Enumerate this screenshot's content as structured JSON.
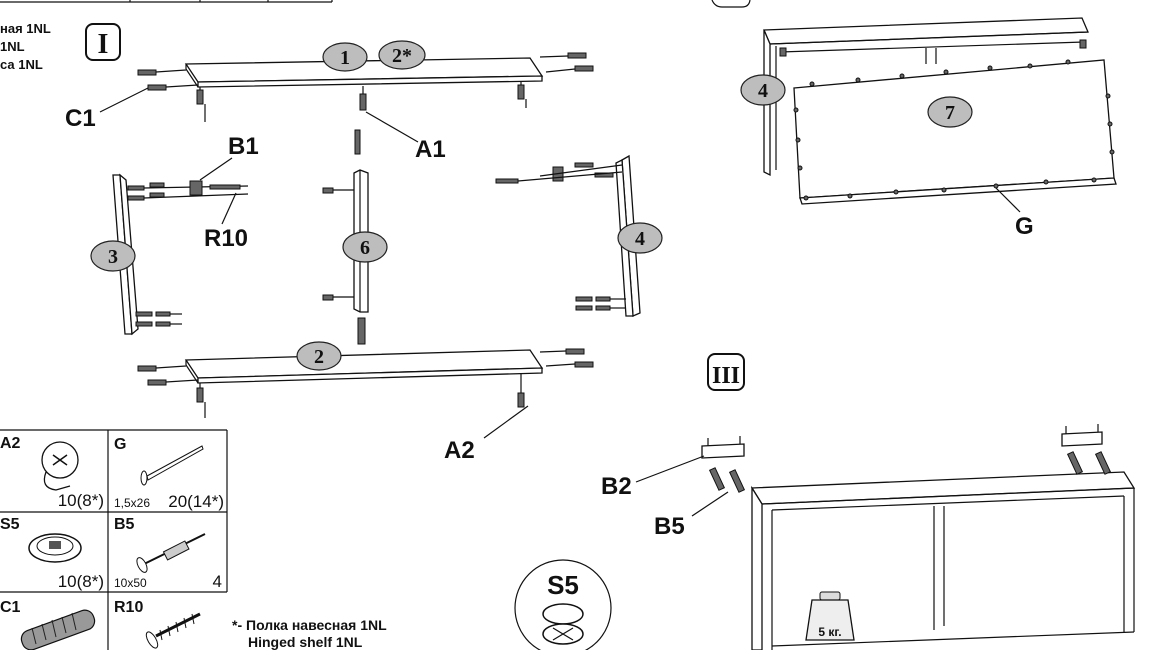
{
  "top_left_text": [
    "ная 1NL",
    "1NL",
    "са 1NL"
  ],
  "steps": [
    "I",
    "III"
  ],
  "parts": {
    "p1": "1",
    "p2star": "2*",
    "p2": "2",
    "p3": "3",
    "p4a": "4",
    "p4b": "4",
    "p6": "6",
    "p7": "7"
  },
  "labels": {
    "C1": "C1",
    "B1": "B1",
    "A1": "A1",
    "R10": "R10",
    "A2": "A2",
    "G": "G",
    "B2": "B2",
    "B5": "B5"
  },
  "hardware_table": [
    {
      "code": "A2",
      "size": "",
      "qty": "10(8*)"
    },
    {
      "code": "G",
      "size": "1,5x26",
      "qty": "20(14*)"
    },
    {
      "code": "S5",
      "size": "",
      "qty": "10(8*)"
    },
    {
      "code": "B5",
      "size": "10x50",
      "qty": "4"
    },
    {
      "code": "C1",
      "size": "",
      "qty": ""
    },
    {
      "code": "R10",
      "size": "",
      "qty": ""
    }
  ],
  "footnote": {
    "ru": "*- Полка навесная 1NL",
    "en": "Hinged shelf 1NL"
  },
  "s5_badge": "S5",
  "weight": "5 кг.",
  "icons": [
    "cam-lock-icon",
    "nail-icon",
    "cap-icon",
    "dowel-screw-icon",
    "wooden-dowel-icon",
    "screw-icon",
    "weight-icon"
  ]
}
